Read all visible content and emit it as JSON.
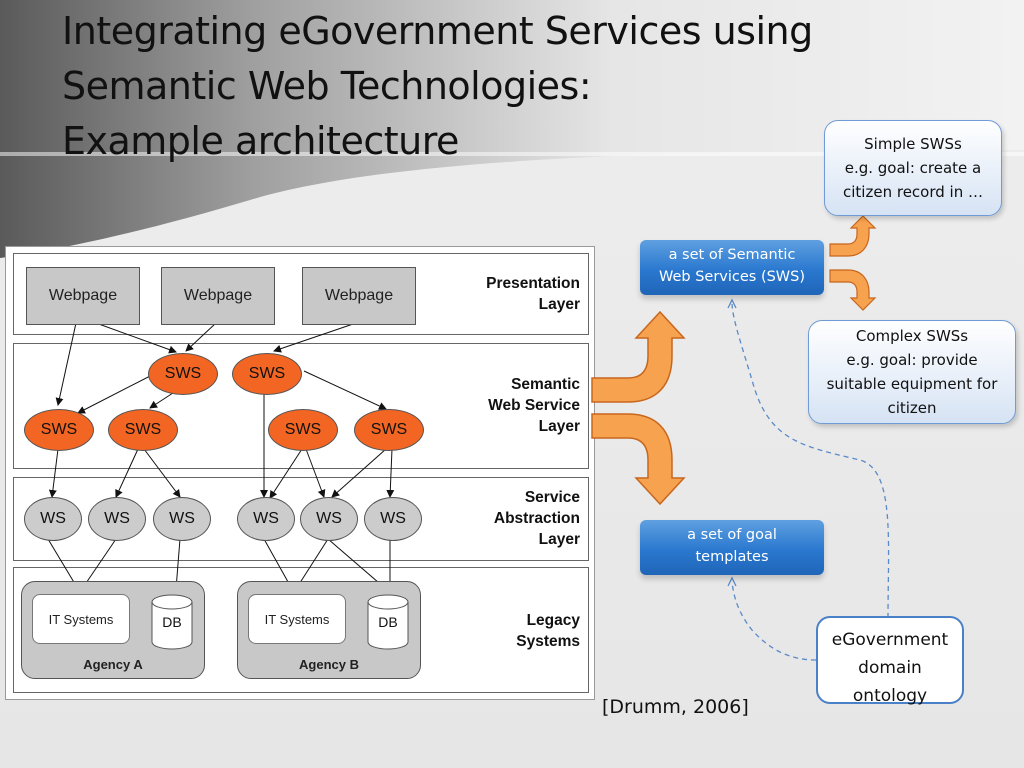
{
  "title": {
    "line1": "Integrating eGovernment Services using",
    "line2": "Semantic Web Technologies:",
    "line3": "Example architecture"
  },
  "figure": {
    "layers": {
      "presentation": [
        "Presentation",
        "Layer"
      ],
      "semantic": [
        "Semantic",
        "Web Service",
        "Layer"
      ],
      "abstraction": [
        "Service",
        "Abstraction",
        "Layer"
      ],
      "legacy": [
        "Legacy",
        "Systems"
      ]
    },
    "webpages": [
      "Webpage",
      "Webpage",
      "Webpage"
    ],
    "sws_nodes": [
      "SWS",
      "SWS",
      "SWS",
      "SWS",
      "SWS",
      "SWS"
    ],
    "ws_nodes": [
      "WS",
      "WS",
      "WS",
      "WS",
      "WS",
      "WS"
    ],
    "agencies": [
      {
        "it_label": "IT Systems",
        "db_label": "DB",
        "name": "Agency A"
      },
      {
        "it_label": "IT Systems",
        "db_label": "DB",
        "name": "Agency B"
      }
    ]
  },
  "right": {
    "sws_set": [
      "a set of Semantic",
      "Web Services (SWS)"
    ],
    "goal_templates": [
      "a set of goal",
      "templates"
    ],
    "simple_sws": [
      "Simple SWSs",
      "e.g. goal: create a",
      "citizen record in …"
    ],
    "complex_sws": [
      "Complex SWSs",
      "e.g. goal: provide",
      "suitable equipment for",
      "citizen"
    ],
    "ontology": [
      "eGovernment",
      "domain",
      "ontology"
    ]
  },
  "citation": "[Drumm, 2006]",
  "colors": {
    "sws_fill": "#f26522",
    "ws_fill": "#cccccc",
    "arrow_fill": "#f7a24f",
    "arrow_stroke": "#c8661e",
    "blue_button": "#2a78cf",
    "box_border": "#6f9bd6"
  }
}
